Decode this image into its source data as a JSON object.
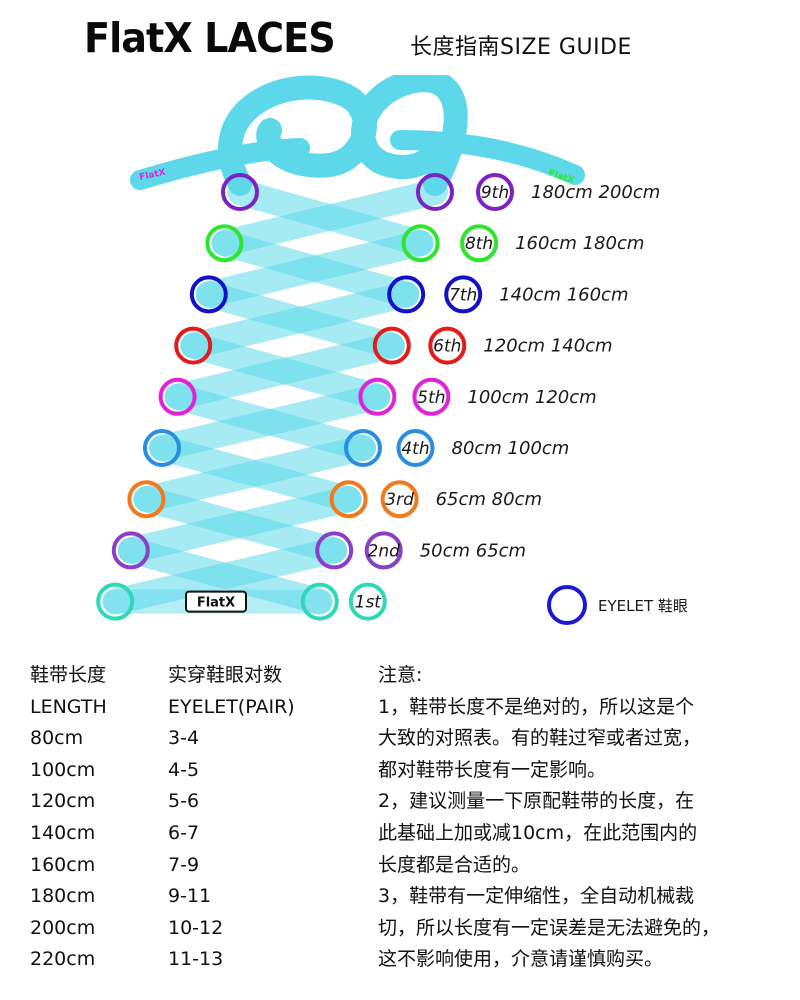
{
  "header": {
    "brand": "FlatX LACES",
    "subtitle": "长度指南SIZE GUIDE"
  },
  "diagram": {
    "lace_tip_left_text": "FlatX",
    "lace_tip_right_text": "FlatX",
    "logo_plate_text": "FlatX",
    "legend": {
      "label": "EYELET 鞋眼",
      "color": "#1a1ad6"
    },
    "lace_color": "#5cd8ea",
    "rows": [
      {
        "ordinal": "9th",
        "sizes": "180cm  200cm",
        "color": "#7b22c4"
      },
      {
        "ordinal": "8th",
        "sizes": "160cm  180cm",
        "color": "#2ee62e"
      },
      {
        "ordinal": "7th",
        "sizes": "140cm  160cm",
        "color": "#1111c8"
      },
      {
        "ordinal": "6th",
        "sizes": "120cm  140cm",
        "color": "#e31b1b"
      },
      {
        "ordinal": "5th",
        "sizes": "100cm  120cm",
        "color": "#e023d8"
      },
      {
        "ordinal": "4th",
        "sizes": "80cm    100cm",
        "color": "#2a8de0"
      },
      {
        "ordinal": "3rd",
        "sizes": "65cm    80cm",
        "color": "#f07a1e"
      },
      {
        "ordinal": "2nd",
        "sizes": "50cm    65cm",
        "color": "#8a3fc8"
      },
      {
        "ordinal": "1st",
        "sizes": "",
        "color": "#2ed8b8"
      }
    ]
  },
  "table": {
    "header_cn": {
      "length": "鞋带长度",
      "eyelet": "实穿鞋眼对数"
    },
    "header_en": {
      "length": "LENGTH",
      "eyelet": "EYELET(PAIR)"
    },
    "rows": [
      {
        "length": "80cm",
        "eyelet": "3-4"
      },
      {
        "length": "100cm",
        "eyelet": "4-5"
      },
      {
        "length": "120cm",
        "eyelet": "5-6"
      },
      {
        "length": "140cm",
        "eyelet": "6-7"
      },
      {
        "length": "160cm",
        "eyelet": "7-9"
      },
      {
        "length": "180cm",
        "eyelet": "9-11"
      },
      {
        "length": "200cm",
        "eyelet": "10-12"
      },
      {
        "length": "220cm",
        "eyelet": "11-13"
      }
    ]
  },
  "notes": {
    "title": "注意:",
    "lines": [
      "1，鞋带长度不是绝对的，所以这是个",
      "大致的对照表。有的鞋过窄或者过宽，",
      "都对鞋带长度有一定影响。",
      "2，建议测量一下原配鞋带的长度，在",
      "此基础上加或减10cm，在此范围内的",
      "长度都是合适的。",
      "3，鞋带有一定伸缩性，全自动机械裁",
      "切，所以长度有一定误差是无法避免的，",
      "这不影响使用，介意请谨慎购买。"
    ]
  }
}
